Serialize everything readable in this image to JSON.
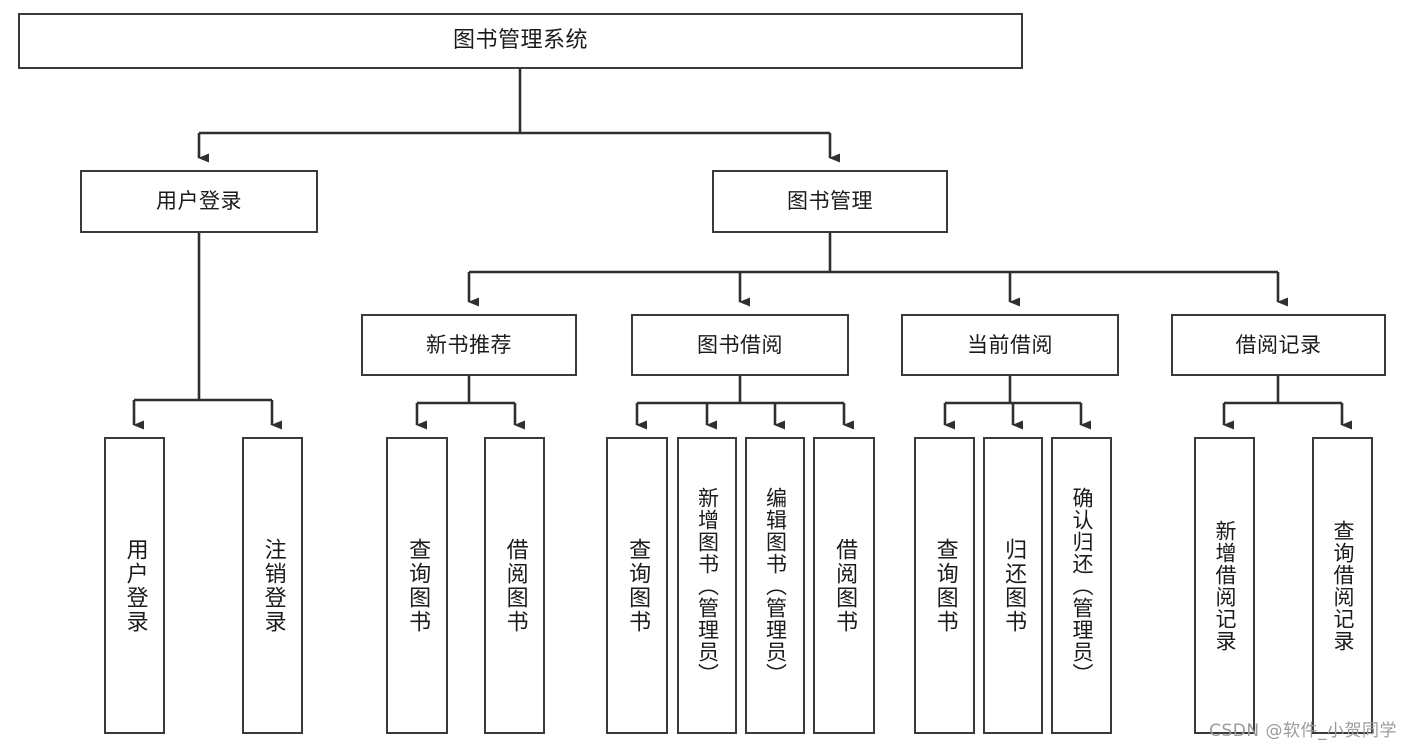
{
  "diagram": {
    "title": "图书管理系统",
    "watermark": "CSDN @软件_小贺同学",
    "line_color": "#3a3a3a",
    "box_border_color": "#3a3a3a",
    "box_fill_color": "#ffffff",
    "text_color": "#1b1b1b",
    "watermark_color": "#9b9b9b"
  },
  "nodes": {
    "root": {
      "label": "图书管理系统"
    },
    "level2": [
      {
        "id": "user-login",
        "label": "用户登录"
      },
      {
        "id": "book-manage",
        "label": "图书管理"
      }
    ],
    "level3": [
      {
        "id": "new-book-recommend",
        "label": "新书推荐"
      },
      {
        "id": "book-borrow",
        "label": "图书借阅"
      },
      {
        "id": "current-borrow",
        "label": "当前借阅"
      },
      {
        "id": "borrow-record",
        "label": "借阅记录"
      }
    ],
    "leaves": {
      "user_login": [
        {
          "id": "leaf-user-login",
          "label": "用户登录"
        },
        {
          "id": "leaf-logout-login",
          "label": "注销登录"
        }
      ],
      "new_book_recommend": [
        {
          "id": "leaf-query-book-1",
          "label": "查询图书"
        },
        {
          "id": "leaf-borrow-book-1",
          "label": "借阅图书"
        }
      ],
      "book_borrow": [
        {
          "id": "leaf-query-book-2",
          "label": "查询图书"
        },
        {
          "id": "leaf-add-book",
          "label": "新增图书（管理员）"
        },
        {
          "id": "leaf-edit-book",
          "label": "编辑图书（管理员）"
        },
        {
          "id": "leaf-borrow-book-2",
          "label": "借阅图书"
        }
      ],
      "current_borrow": [
        {
          "id": "leaf-query-book-3",
          "label": "查询图书"
        },
        {
          "id": "leaf-return-book",
          "label": "归还图书"
        },
        {
          "id": "leaf-confirm-return",
          "label": "确认归还（管理员）"
        }
      ],
      "borrow_record": [
        {
          "id": "leaf-add-record",
          "label": "新增借阅记录"
        },
        {
          "id": "leaf-query-record",
          "label": "查询借阅记录"
        }
      ]
    }
  }
}
